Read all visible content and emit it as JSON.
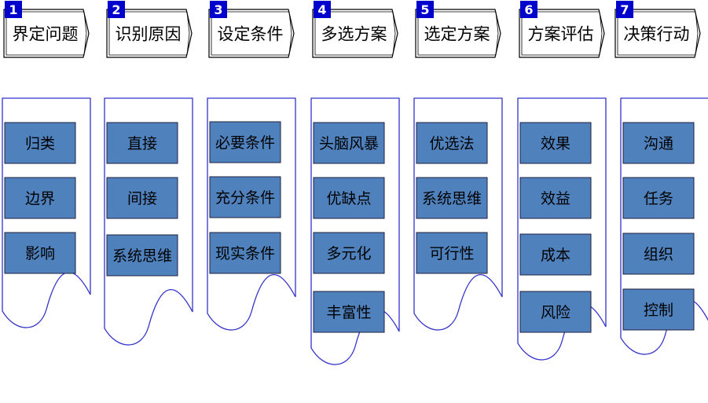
{
  "diagram": {
    "colors": {
      "outline": "#3333cc",
      "item_fill": "#4f81bd",
      "badge_fill": "#0000cc",
      "background": "#ffffff"
    },
    "stages": [
      {
        "number": "1",
        "title": "界定问题",
        "items": [
          "归类",
          "边界",
          "影响"
        ]
      },
      {
        "number": "2",
        "title": "识别原因",
        "items": [
          "直接",
          "间接",
          "系统思维"
        ]
      },
      {
        "number": "3",
        "title": "设定条件",
        "items": [
          "必要条件",
          "充分条件",
          "现实条件"
        ]
      },
      {
        "number": "4",
        "title": "多选方案",
        "items": [
          "头脑风暴",
          "优缺点",
          "多元化",
          "丰富性"
        ]
      },
      {
        "number": "5",
        "title": "选定方案",
        "items": [
          "优选法",
          "系统思维",
          "可行性"
        ]
      },
      {
        "number": "6",
        "title": "方案评估",
        "items": [
          "效果",
          "效益",
          "成本",
          "风险"
        ]
      },
      {
        "number": "7",
        "title": "决策行动",
        "items": [
          "沟通",
          "任务",
          "组织",
          "控制"
        ]
      }
    ]
  }
}
